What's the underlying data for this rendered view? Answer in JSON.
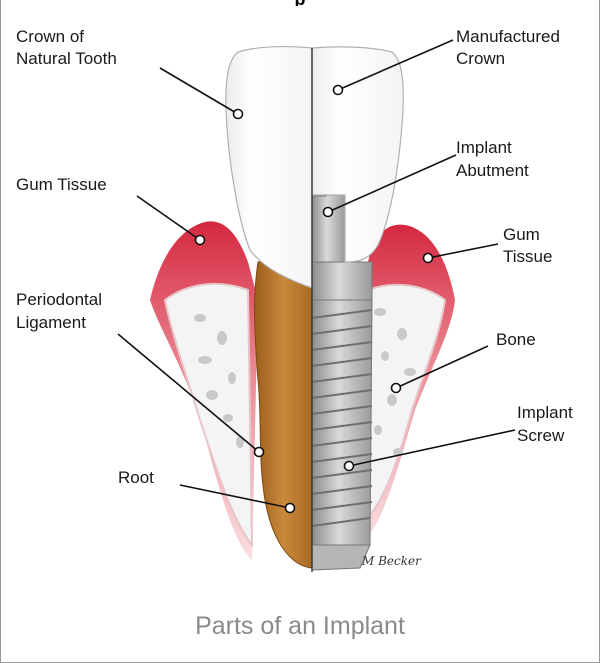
{
  "heading_fragment": "p",
  "labels": {
    "crown_natural_line1": "Crown of",
    "crown_natural_line2": "Natural Tooth",
    "gum_left": "Gum Tissue",
    "periodontal_line1": "Periodontal",
    "periodontal_line2": "Ligament",
    "root": "Root",
    "manufactured_line1": "Manufactured",
    "manufactured_line2": "Crown",
    "abutment_line1": "Implant",
    "abutment_line2": "Abutment",
    "gum_right_line1": "Gum",
    "gum_right_line2": "Tissue",
    "bone": "Bone",
    "screw_line1": "Implant",
    "screw_line2": "Screw"
  },
  "signature": "M Becker",
  "caption": "Parts of an Implant",
  "colors": {
    "gum": "#d9334a",
    "bone": "#f2f2f2",
    "root": "#b8772a",
    "crown": "#ffffff",
    "implant": "#a9a9a9",
    "caption": "#8a8a8a"
  }
}
